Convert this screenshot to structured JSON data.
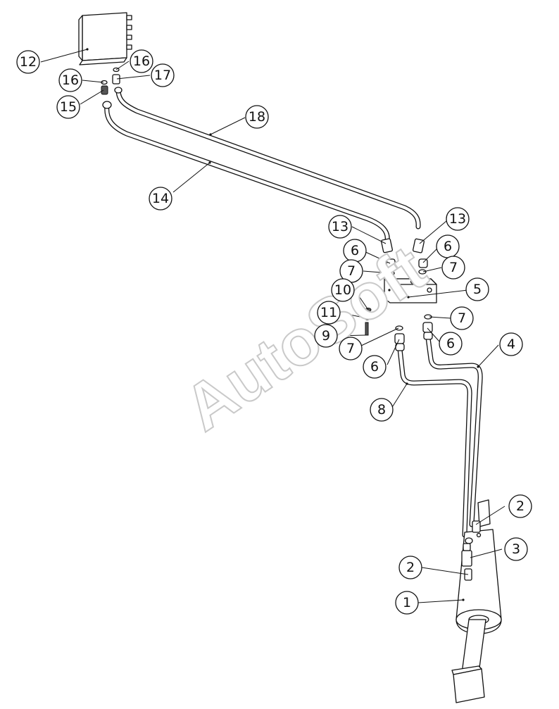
{
  "watermark": "AutoSoft",
  "callouts": [
    "1",
    "2",
    "2",
    "3",
    "4",
    "5",
    "6",
    "6",
    "6",
    "6",
    "7",
    "7",
    "7",
    "7",
    "8",
    "9",
    "10",
    "11",
    "12",
    "13",
    "13",
    "14",
    "15",
    "16",
    "16",
    "17",
    "18"
  ]
}
